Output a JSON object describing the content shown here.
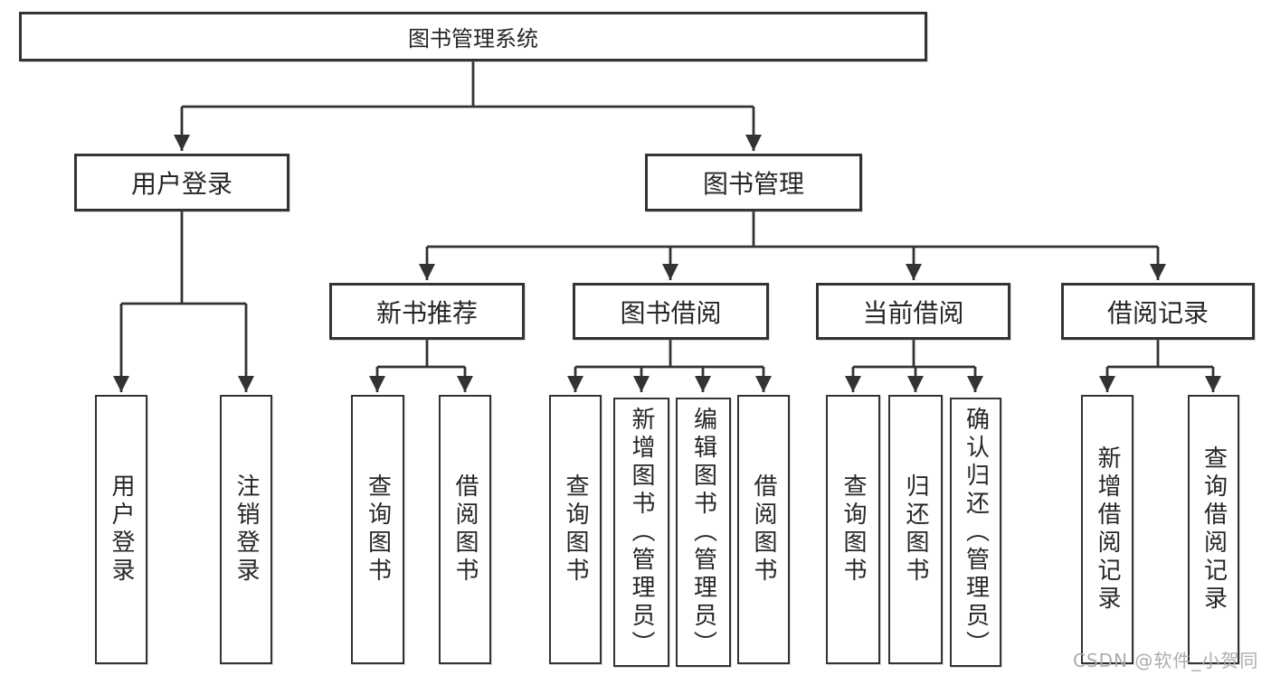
{
  "colors": {
    "background": "#ffffff",
    "line": "#333333",
    "box_border": "#333333",
    "box_fill": "#ffffff",
    "text": "#262626",
    "watermark": "#a8a9ae"
  },
  "diagram": {
    "root": {
      "label": "图书管理系统"
    },
    "level2": [
      {
        "label": "用户登录"
      },
      {
        "label": "图书管理"
      }
    ],
    "level3": [
      {
        "label": "新书推荐"
      },
      {
        "label": "图书借阅"
      },
      {
        "label": "当前借阅"
      },
      {
        "label": "借阅记录"
      }
    ],
    "leaves": {
      "user_login": [
        {
          "label": "用户登录"
        },
        {
          "label": "注销登录"
        }
      ],
      "new_books": [
        {
          "label": "查询图书"
        },
        {
          "label": "借阅图书"
        }
      ],
      "book_borrow": [
        {
          "label": "查询图书"
        },
        {
          "label": "新增图书（管理员）"
        },
        {
          "label": "编辑图书（管理员）"
        },
        {
          "label": "借阅图书"
        }
      ],
      "current_borrow": [
        {
          "label": "查询图书"
        },
        {
          "label": "归还图书"
        },
        {
          "label": "确认归还（管理员）"
        }
      ],
      "borrow_records": [
        {
          "label": "新增借阅记录"
        },
        {
          "label": "查询借阅记录"
        }
      ]
    }
  },
  "watermark": {
    "text": "CSDN @软件_小贺同学"
  }
}
